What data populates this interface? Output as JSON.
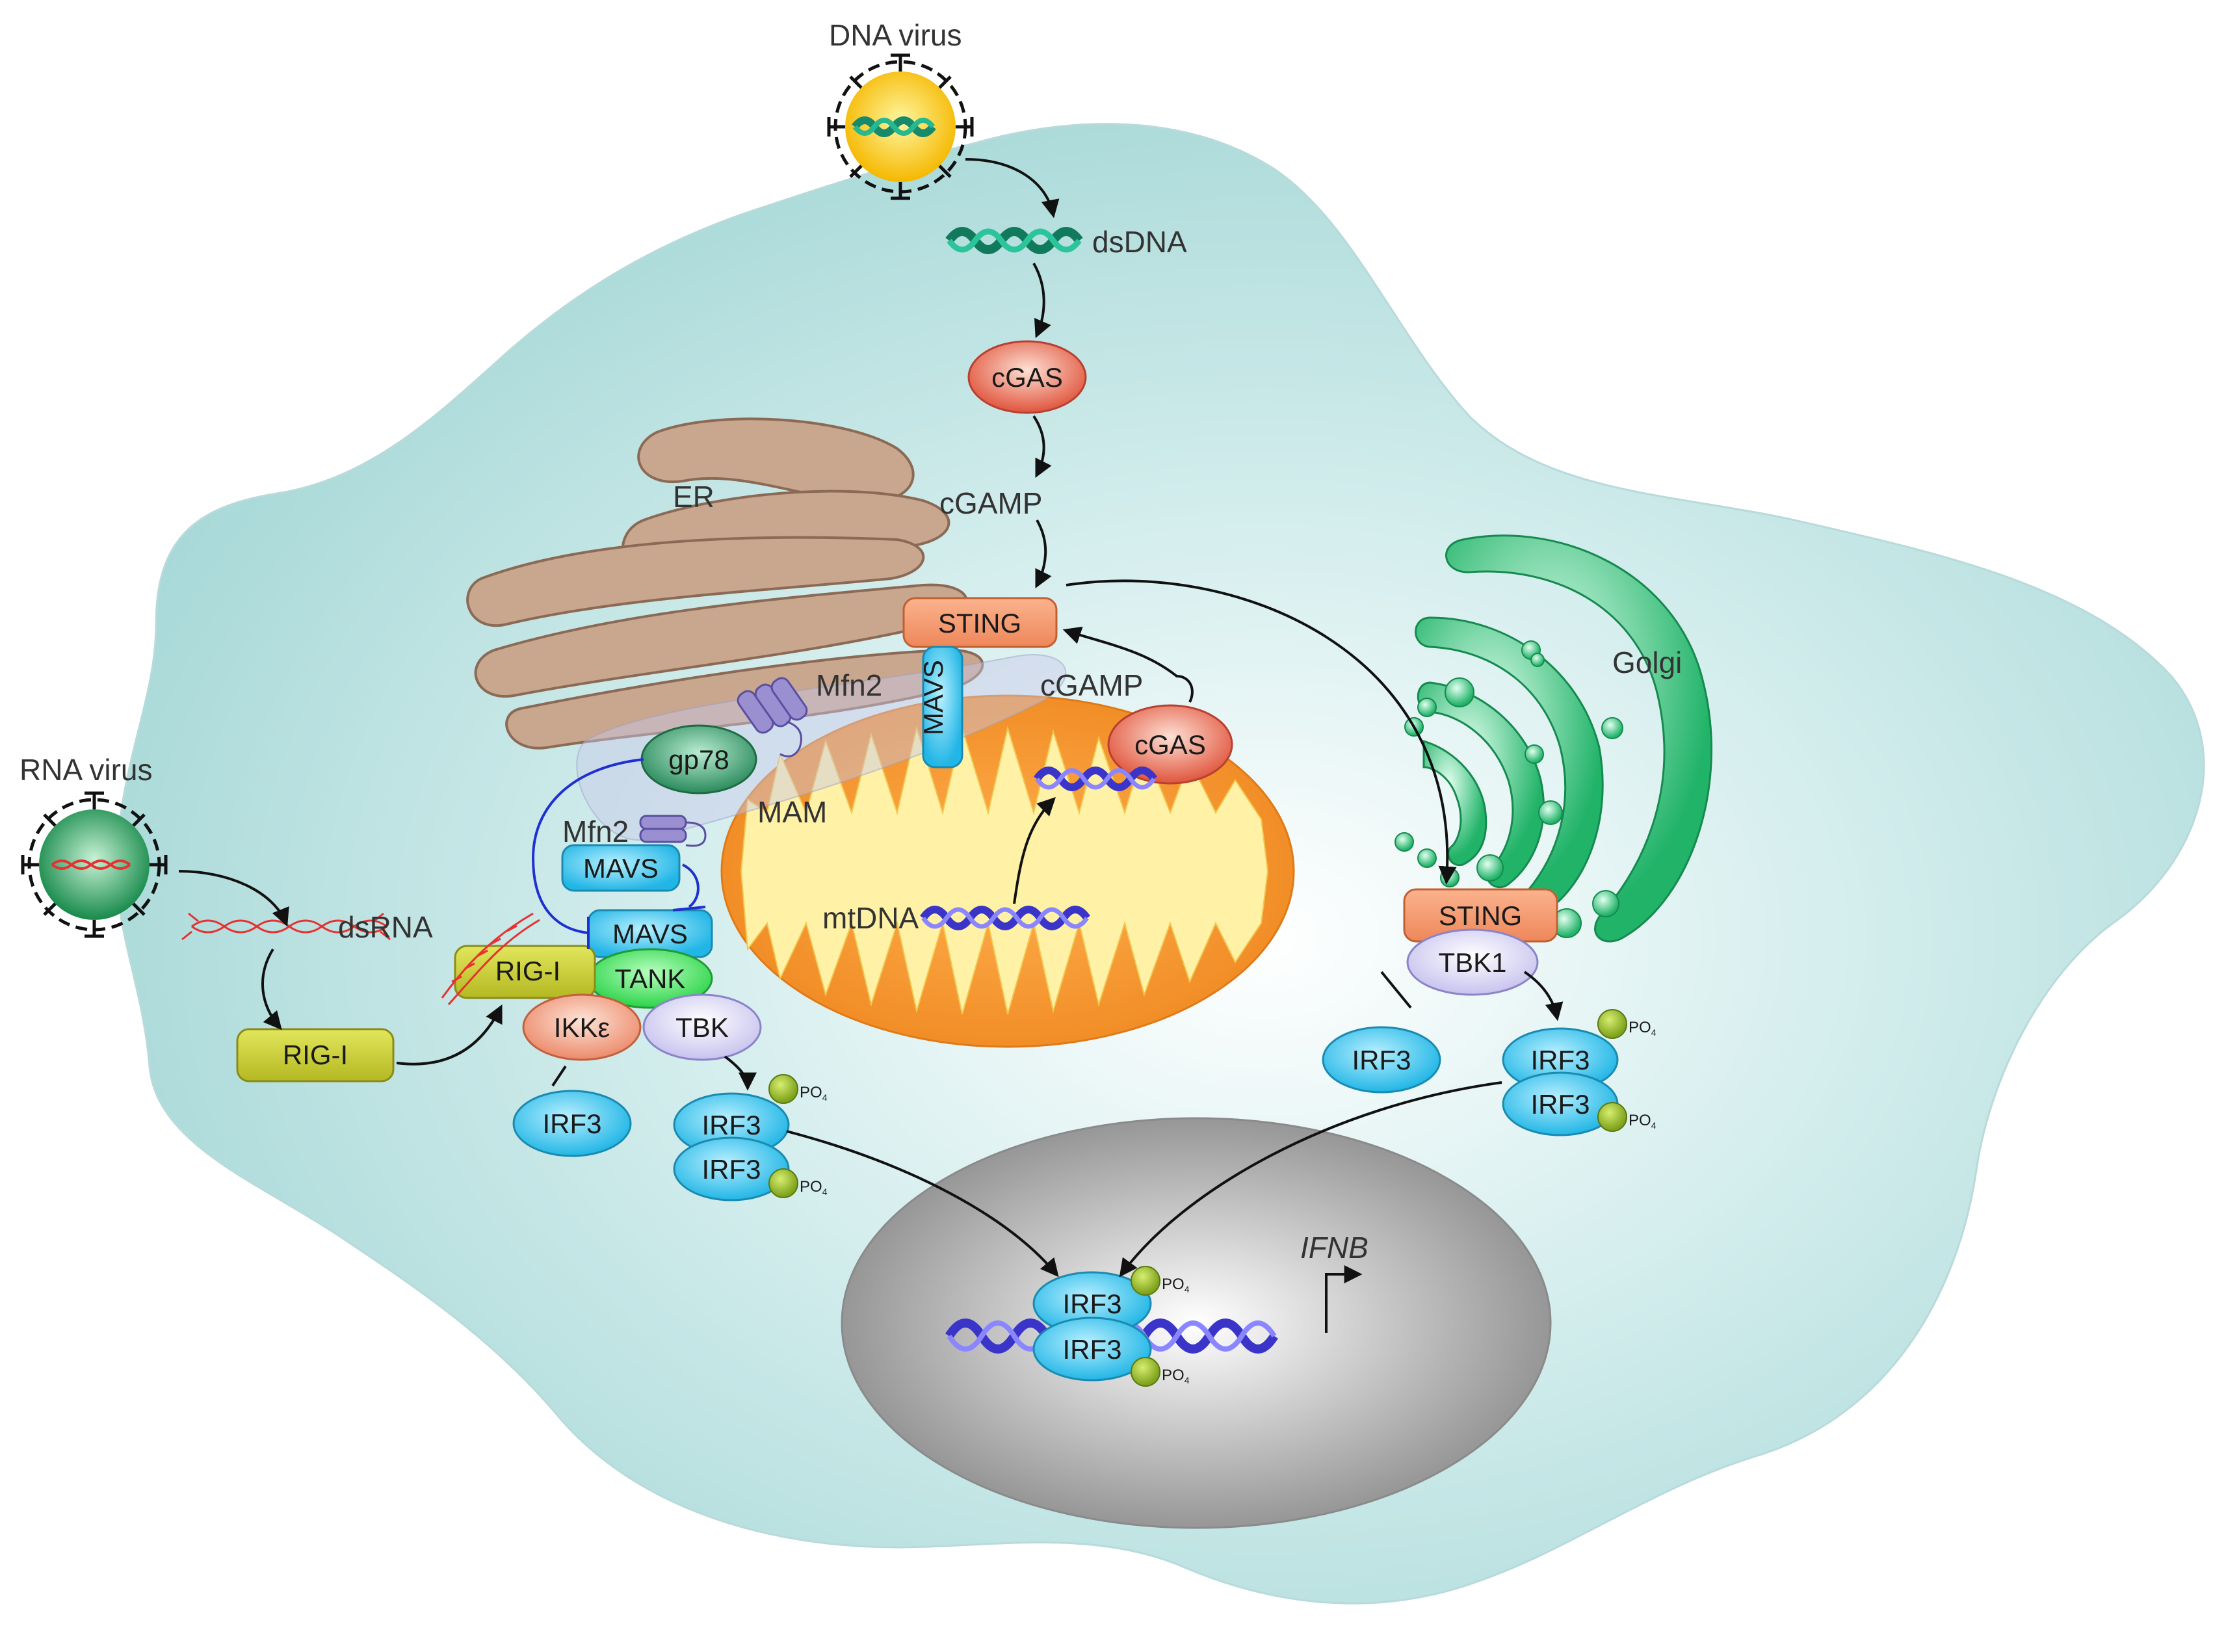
{
  "viruses": {
    "dna_virus": "DNA virus",
    "rna_virus": "RNA virus"
  },
  "nucleic_acids": {
    "dsdna": "dsDNA",
    "dsrna": "dsRNA",
    "mtdna": "mtDNA"
  },
  "organelles": {
    "er": "ER",
    "golgi": "Golgi",
    "mam": "MAM"
  },
  "proteins": {
    "cgas": "cGAS",
    "cgas_mito": "cGAS",
    "cgamp_top": "cGAMP",
    "cgamp_mito": "cGAMP",
    "sting_er": "STING",
    "sting_golgi": "STING",
    "mavs_vertical": "MAVS",
    "mavs_upper": "MAVS",
    "mavs_lower": "MAVS",
    "mfn2_top": "Mfn2",
    "mfn2_left": "Mfn2",
    "gp78": "gp78",
    "rig_i_free": "RIG-I",
    "rig_i_bound": "RIG-I",
    "tank": "TANK",
    "ikke": "IKKε",
    "tbk": "TBK",
    "tbk1": "TBK1",
    "irf3": "IRF3",
    "po4": "PO",
    "po4_sub": "4"
  },
  "gene": {
    "ifnb": "IFNB"
  },
  "colors": {
    "cell": "#b9e1e0",
    "mitochondrion_outer": "#f5962f",
    "mitochondrion_inner": "#fff2a8",
    "er": "#c7a48c",
    "golgi": "#1fb36a",
    "nucleus": "#a8a8a8",
    "sting": "#f59a6e",
    "mavs": "#31c3ef",
    "irf3": "#33c6ef",
    "rig_i": "#c9cf3a",
    "tank": "#3fe05a",
    "tbk": "#d8d4f4",
    "cgas": "#e8614a",
    "gp78": "#2f9d6a",
    "po4": "#9fc32e",
    "mfn2": "#9a8fd0",
    "dna_helix": "#1a9a78",
    "mtdna_helix": "#5a55f0",
    "rna_strand": "#e83030"
  }
}
